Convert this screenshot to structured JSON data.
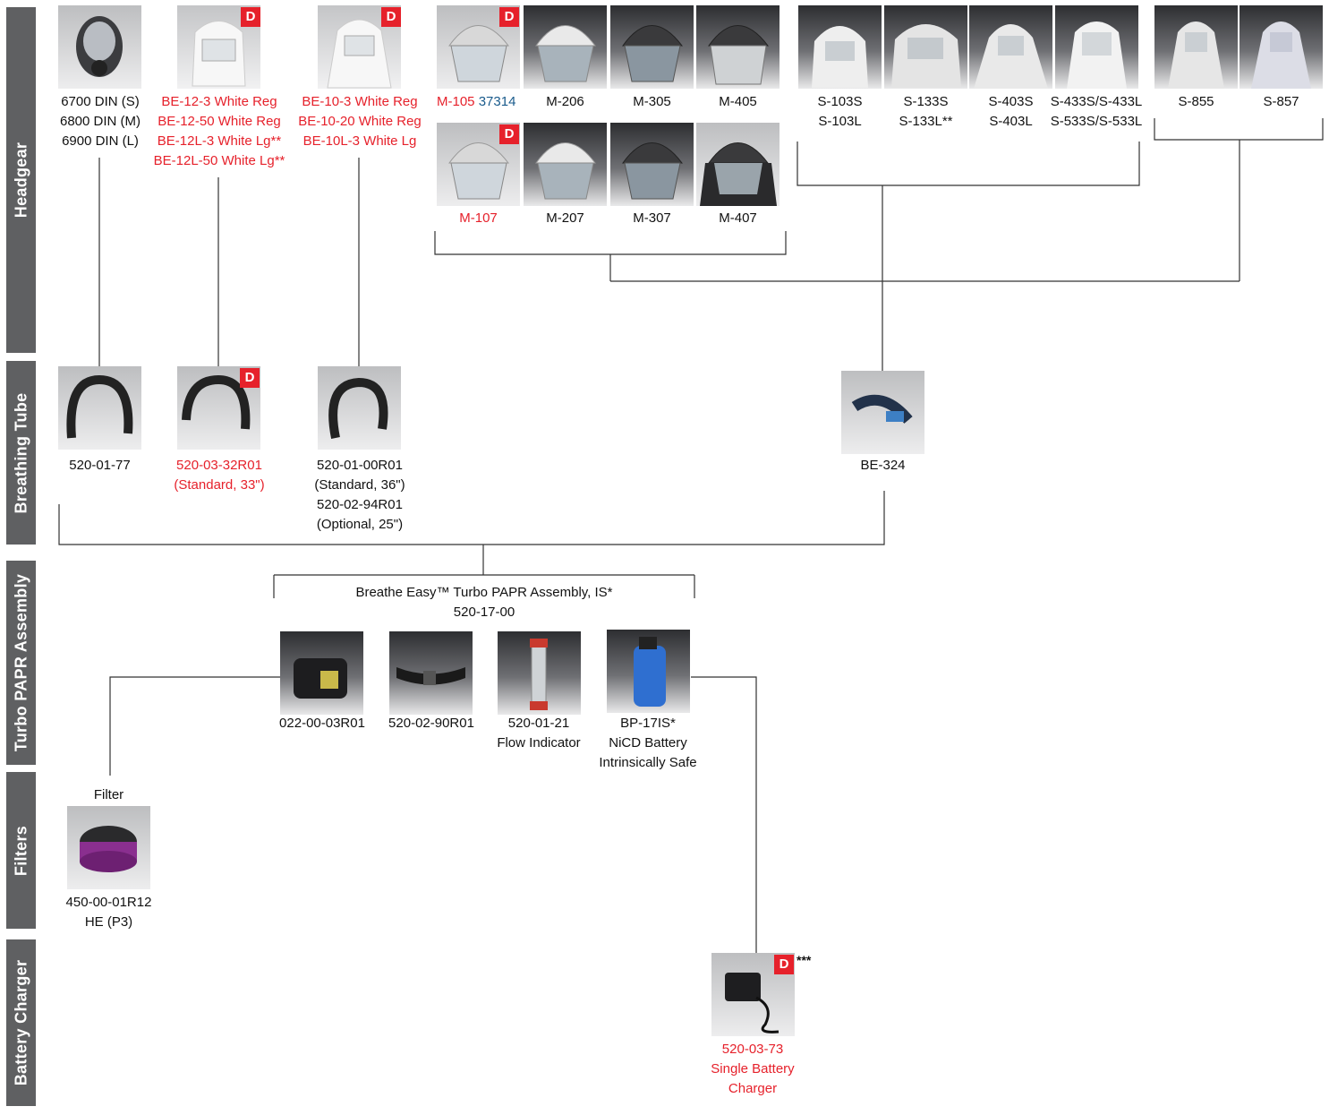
{
  "sections": {
    "headgear": "Headgear",
    "breathing_tube": "Breathing Tube",
    "turbo_papr": "Turbo PAPR Assembly",
    "filters": "Filters",
    "battery_charger": "Battery Charger"
  },
  "badge_label": "D",
  "colors": {
    "discontinued_red": "#e6212b",
    "blue_code": "#1a5b8c",
    "band_gray": "#5f6062"
  },
  "headgear": {
    "fullface": {
      "lines": [
        "6700 DIN (S)",
        "6800 DIN (M)",
        "6900 DIN (L)"
      ],
      "icon": "full-face-respirator-icon"
    },
    "be12": {
      "lines": [
        "BE-12-3 White Reg",
        "BE-12-50 White Reg",
        "BE-12L-3 White Lg**",
        "BE-12L-50 White Lg**"
      ],
      "icon": "hood-icon"
    },
    "be10": {
      "lines": [
        "BE-10-3 White Reg",
        "BE-10-20 White Reg",
        "BE-10L-3 White Lg"
      ],
      "icon": "hood-icon"
    },
    "m105": {
      "code": "M-105",
      "alt": "37314"
    },
    "m206": "M-206",
    "m305": "M-305",
    "m405": "M-405",
    "m107": "M-107",
    "m207": "M-207",
    "m307": "M-307",
    "m407": "M-407",
    "s103": [
      "S-103S",
      "S-103L"
    ],
    "s133": [
      "S-133S",
      "S-133L**"
    ],
    "s403": [
      "S-403S",
      "S-403L"
    ],
    "s433": [
      "S-433S/S-433L",
      "S-533S/S-533L"
    ],
    "s855": "S-855",
    "s857": "S-857"
  },
  "tubes": {
    "t1": "520-01-77",
    "t2": [
      "520-03-32R01",
      "(Standard, 33\")"
    ],
    "t3": [
      "520-01-00R01",
      "(Standard, 36\")",
      "520-02-94R01",
      "(Optional, 25\")"
    ],
    "t4": "BE-324"
  },
  "papr": {
    "title": "Breathe Easy™ Turbo PAPR Assembly, IS*",
    "number": "520-17-00",
    "unit": "022-00-03R01",
    "belt": "520-02-90R01",
    "flow": [
      "520-01-21",
      "Flow Indicator"
    ],
    "battery": [
      "BP-17IS*",
      "NiCD Battery",
      "Intrinsically Safe"
    ]
  },
  "filters": {
    "heading": "Filter",
    "lines": [
      "450-00-01R12",
      "HE (P3)"
    ]
  },
  "charger": {
    "stars": "***",
    "lines": [
      "520-03-73",
      "Single Battery",
      "Charger"
    ]
  }
}
